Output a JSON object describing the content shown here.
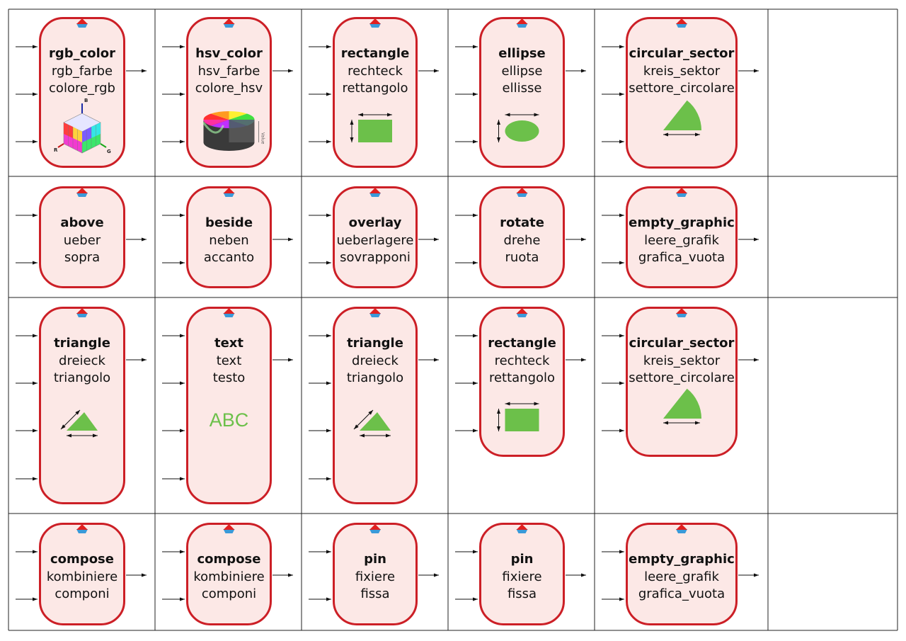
{
  "colors": {
    "card_border": "#cc1f26",
    "card_fill": "#fce8e6",
    "shape_green": "#6cc04a",
    "grid_line": "#222222",
    "marker_red": "#e02020",
    "marker_blue": "#3a9ad9"
  },
  "rows": [
    {
      "cells": [
        {
          "id": "rgb-color",
          "name": "rgb_color",
          "de": "rgb_farbe",
          "it": "colore_rgb",
          "icon": "rgb-cube-icon",
          "icon_labels": [
            "B",
            "R",
            "G"
          ]
        },
        {
          "id": "hsv-color",
          "name": "hsv_color",
          "de": "hsv_farbe",
          "it": "colore_hsv",
          "icon": "hsv-cylinder-icon",
          "icon_labels": [
            "Value"
          ]
        },
        {
          "id": "rectangle",
          "name": "rectangle",
          "de": "rechteck",
          "it": "rettangolo",
          "icon": "rectangle-icon"
        },
        {
          "id": "ellipse",
          "name": "ellipse",
          "de": "ellipse",
          "it": "ellisse",
          "icon": "ellipse-icon"
        },
        {
          "id": "circular-sector",
          "name": "circular_sector",
          "de": "kreis_sektor",
          "it": "settore_circolare",
          "icon": "circular-sector-icon"
        }
      ]
    },
    {
      "cells": [
        {
          "id": "above",
          "name": "above",
          "de": "ueber",
          "it": "sopra"
        },
        {
          "id": "beside",
          "name": "beside",
          "de": "neben",
          "it": "accanto"
        },
        {
          "id": "overlay",
          "name": "overlay",
          "de": "ueberlagere",
          "it": "sovrapponi"
        },
        {
          "id": "rotate",
          "name": "rotate",
          "de": "drehe",
          "it": "ruota"
        },
        {
          "id": "empty-graphic",
          "name": "empty_graphic",
          "de": "leere_grafik",
          "it": "grafica_vuota"
        }
      ]
    },
    {
      "cells": [
        {
          "id": "triangle",
          "name": "triangle",
          "de": "dreieck",
          "it": "triangolo",
          "icon": "triangle-icon"
        },
        {
          "id": "text",
          "name": "text",
          "de": "text",
          "it": "testo",
          "icon": "text-sample-icon",
          "sample": "ABC"
        },
        {
          "id": "triangle-2",
          "name": "triangle",
          "de": "dreieck",
          "it": "triangolo",
          "icon": "triangle-icon"
        },
        {
          "id": "rectangle-2",
          "name": "rectangle",
          "de": "rechteck",
          "it": "rettangolo",
          "icon": "rectangle-icon"
        },
        {
          "id": "circular-sector-2",
          "name": "circular_sector",
          "de": "kreis_sektor",
          "it": "settore_circolare",
          "icon": "circular-sector-icon"
        }
      ]
    },
    {
      "cells": [
        {
          "id": "compose",
          "name": "compose",
          "de": "kombiniere",
          "it": "componi"
        },
        {
          "id": "compose-2",
          "name": "compose",
          "de": "kombiniere",
          "it": "componi"
        },
        {
          "id": "pin",
          "name": "pin",
          "de": "fixiere",
          "it": "fissa"
        },
        {
          "id": "pin-2",
          "name": "pin",
          "de": "fixiere",
          "it": "fissa"
        },
        {
          "id": "empty-graphic-2",
          "name": "empty_graphic",
          "de": "leere_grafik",
          "it": "grafica_vuota"
        }
      ]
    }
  ]
}
